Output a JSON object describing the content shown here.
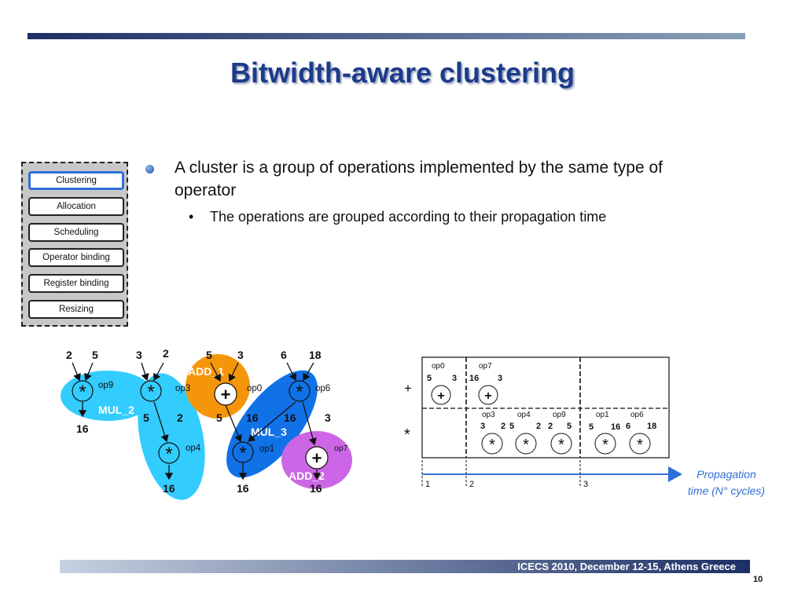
{
  "slide": {
    "title": "Bitwidth-aware clustering",
    "footer": "ICECS 2010, December 12-15, Athens Greece",
    "page_number": "10"
  },
  "flow_steps": [
    {
      "label": "Clustering",
      "active": true
    },
    {
      "label": "Allocation",
      "active": false
    },
    {
      "label": "Scheduling",
      "active": false
    },
    {
      "label": "Operator binding",
      "active": false
    },
    {
      "label": "Register binding",
      "active": false
    },
    {
      "label": "Resizing",
      "active": false
    }
  ],
  "bullets": {
    "main": "A cluster is a group of operations implemented by the same type of operator",
    "sub": "The operations are grouped according to their propagation time"
  },
  "graph": {
    "clusters": {
      "mul2": "MUL_2",
      "add1": "ADD_1",
      "mul3": "MUL_3",
      "add2": "ADD_2"
    },
    "ops": {
      "op9": {
        "name": "op9",
        "symbol": "*",
        "in_left": "2",
        "in_right": "5",
        "out": "16"
      },
      "op3": {
        "name": "op3",
        "symbol": "*",
        "in_left": "3",
        "in_right": "2",
        "out": "5"
      },
      "op4": {
        "name": "op4",
        "symbol": "*",
        "in_left": "5",
        "in_right": "2",
        "out": "16"
      },
      "op0": {
        "name": "op0",
        "symbol": "+",
        "in_left": "5",
        "in_right": "3",
        "out": "5"
      },
      "op6": {
        "name": "op6",
        "symbol": "*",
        "in_left": "6",
        "in_right": "18",
        "out": "16"
      },
      "op1": {
        "name": "op1",
        "symbol": "*",
        "in_left": "5",
        "in_right": "16",
        "out": "16"
      },
      "op7": {
        "name": "op7",
        "symbol": "+",
        "in_left": "16",
        "in_right": "3",
        "out": "16"
      }
    }
  },
  "timing_table": {
    "row_adder": {
      "symbol": "+",
      "ops": [
        {
          "name": "op0",
          "a": "5",
          "b": "3",
          "symbol": "+"
        },
        {
          "name": "op7",
          "a": "16",
          "b": "3",
          "symbol": "+"
        }
      ]
    },
    "row_mult": {
      "symbol": "*",
      "ops": [
        {
          "name": "op3",
          "a": "3",
          "b": "2",
          "symbol": "*"
        },
        {
          "name": "op4",
          "a": "5",
          "b": "2",
          "symbol": "*"
        },
        {
          "name": "op9",
          "a": "2",
          "b": "5",
          "symbol": "*"
        },
        {
          "name": "op1",
          "a": "5",
          "b": "16",
          "symbol": "*"
        },
        {
          "name": "op6",
          "a": "6",
          "b": "18",
          "symbol": "*"
        }
      ]
    },
    "cycles": [
      "1",
      "2",
      "3"
    ],
    "axis_label_line1": "Propagation",
    "axis_label_line2": "time (N° cycles)"
  },
  "colors": {
    "title": "#1d3b8a",
    "mul2_cluster": "#33ccff",
    "add1_cluster": "#f5960a",
    "mul3_cluster": "#1172e8",
    "add2_cluster": "#cc66e6",
    "axis_arrow": "#2f6fd8"
  }
}
